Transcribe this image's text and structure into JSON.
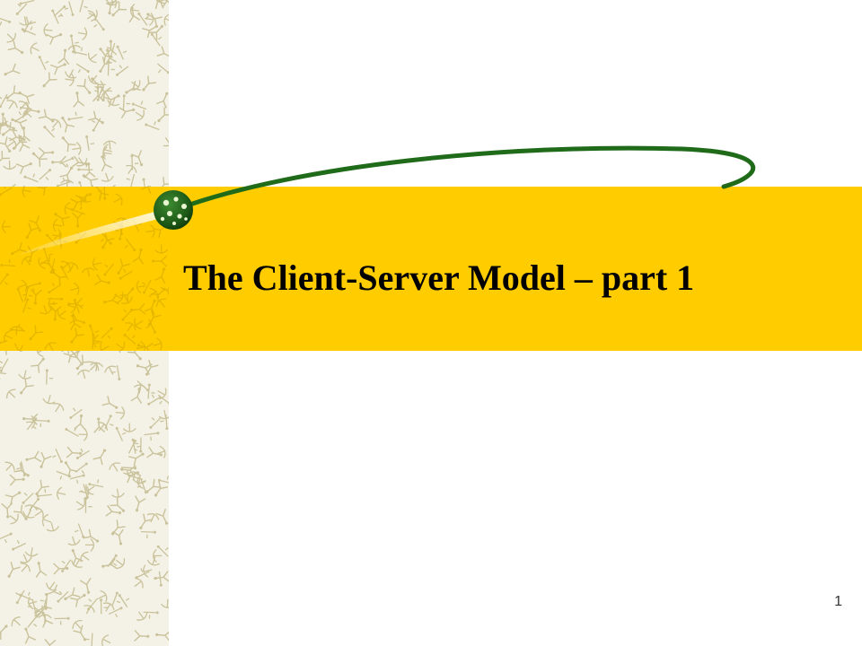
{
  "slide": {
    "title": "The Client-Server Model – part 1",
    "number": "1"
  },
  "colors": {
    "band": "#ffcc00",
    "orbit": "#1f6b1a",
    "pattern_bg": "#f4f2e6",
    "pattern_ink": "#c9c29b"
  },
  "icons": {
    "planet": "green-globe-icon",
    "orbit": "orbit-swoosh"
  }
}
